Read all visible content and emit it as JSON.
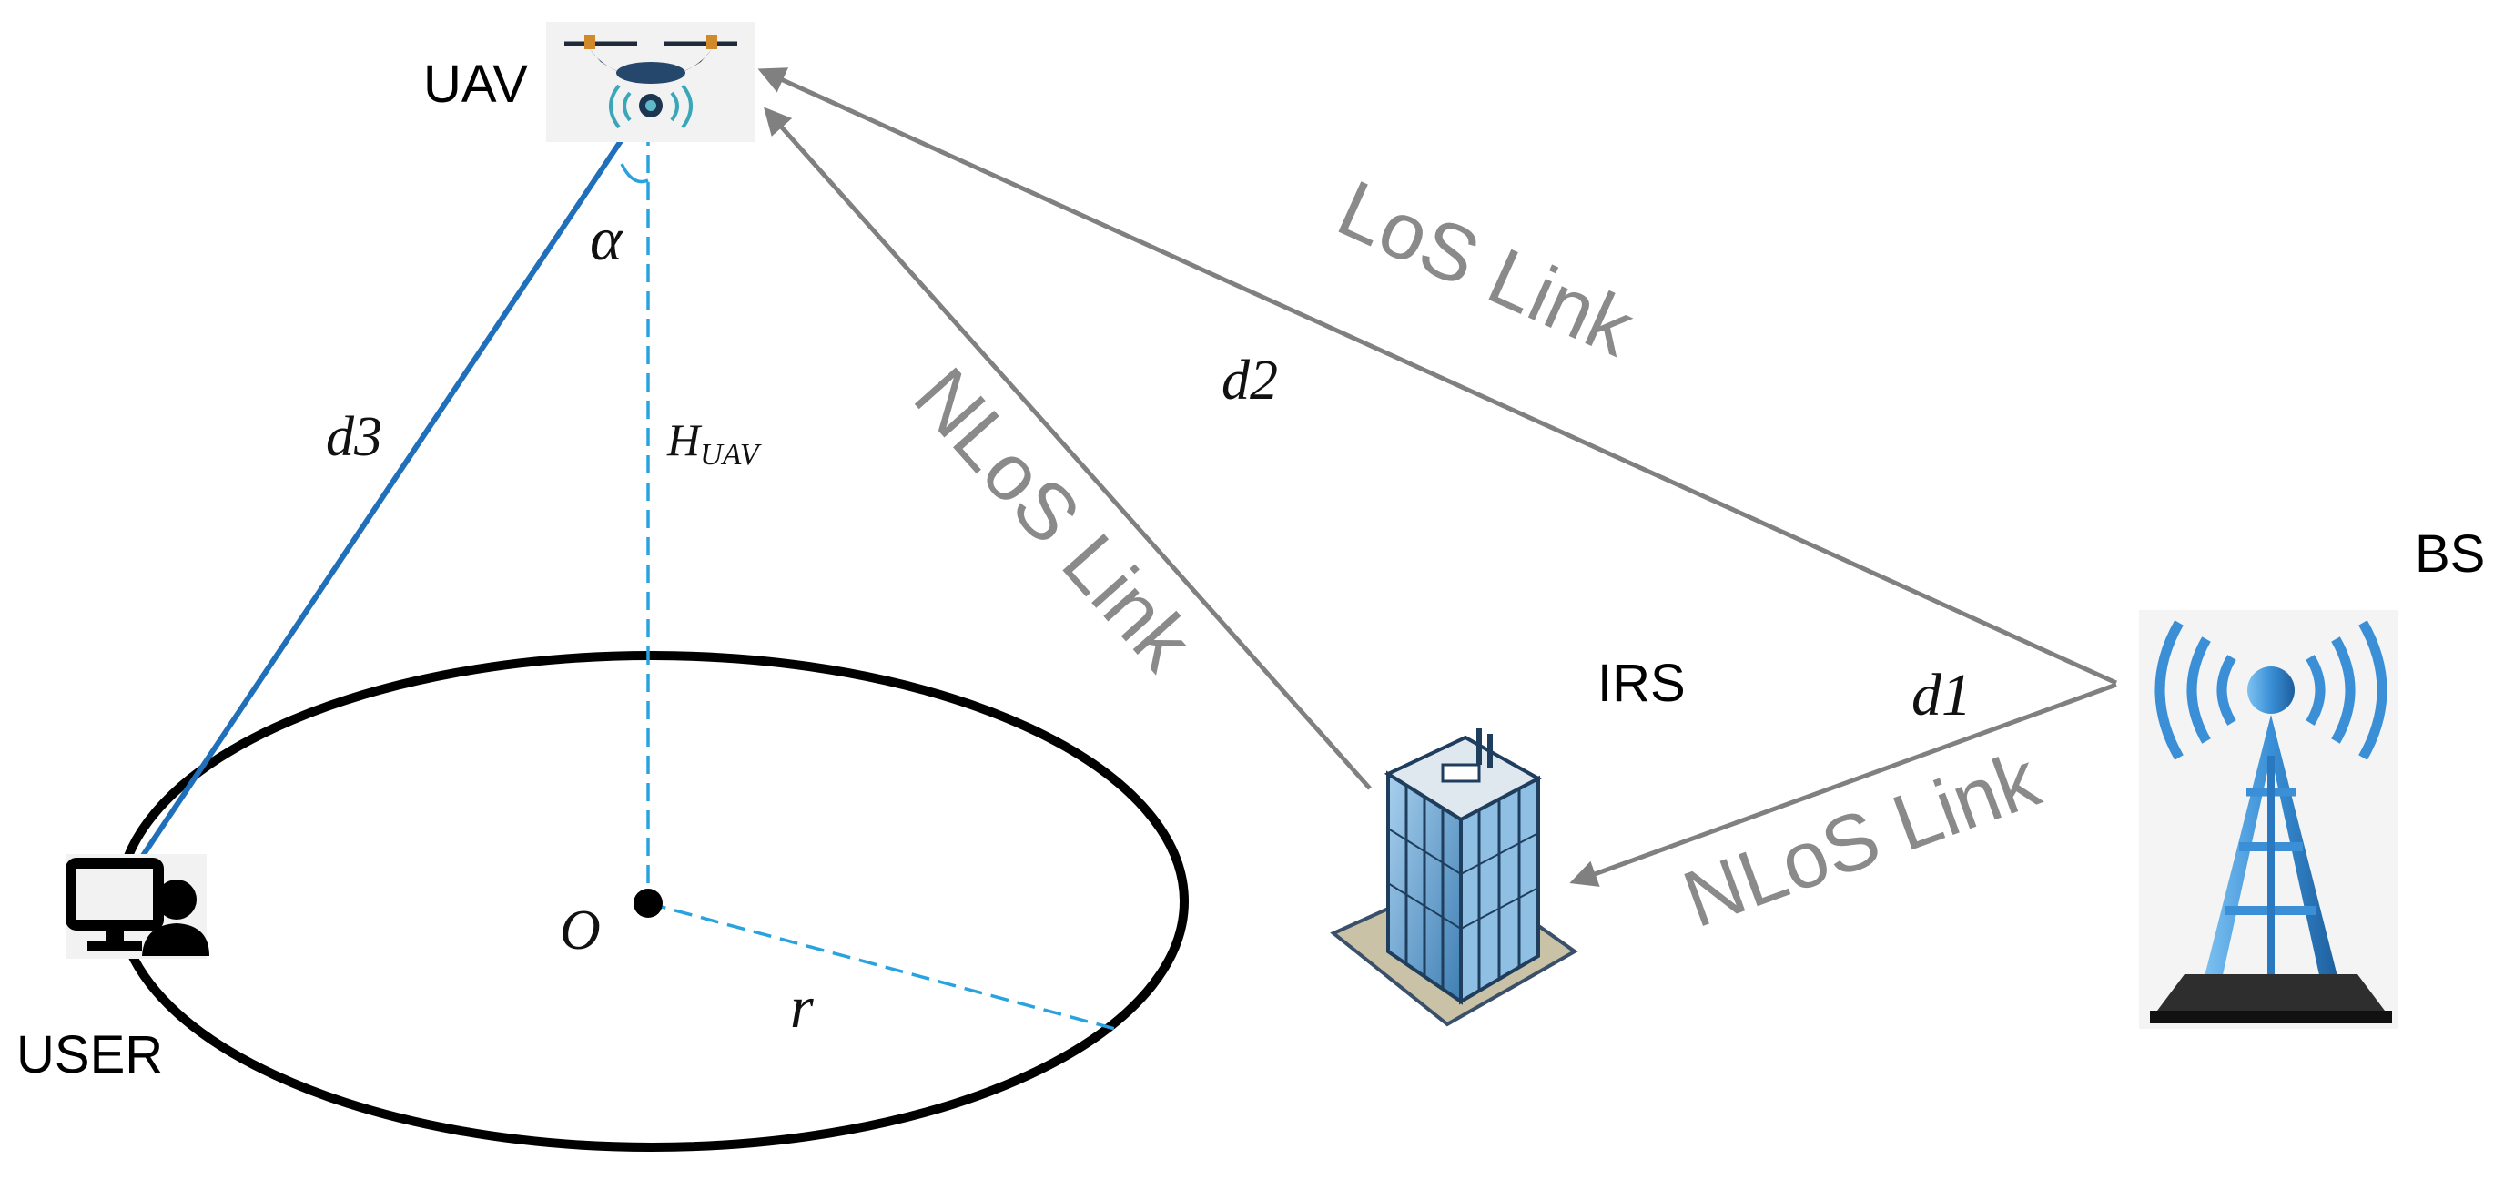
{
  "nodes": {
    "uav": "UAV",
    "bs": "BS",
    "irs": "IRS",
    "user": "USER",
    "origin": "O"
  },
  "math_labels": {
    "alpha": "α",
    "height_main": "H",
    "height_sub": "UAV",
    "radius": "r",
    "d1": "d1",
    "d2": "d2",
    "d3": "d3"
  },
  "links": {
    "bs_to_uav": "LoS Link",
    "irs_to_uav": "NLoS Link",
    "bs_to_irs": "NLoS Link"
  },
  "colors": {
    "link_gray": "#808080",
    "user_link_blue": "#1f6fba",
    "dashed_blue": "#29a3df",
    "ellipse_black": "#000000",
    "tower_blue": "#3a8fd6",
    "building_blue": "#6fa3d0"
  },
  "icons": {
    "uav": "drone-icon",
    "bs": "cell-tower-icon",
    "irs": "building-icon",
    "user": "computer-user-icon"
  }
}
